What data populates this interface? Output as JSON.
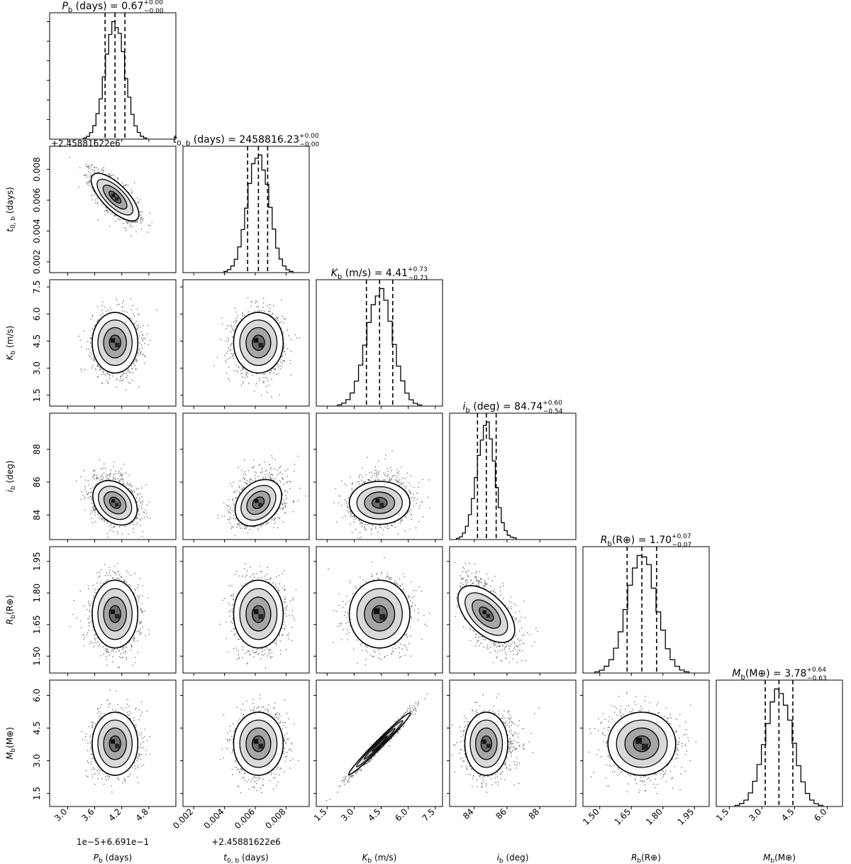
{
  "chart_data": {
    "type": "corner",
    "parameters": [
      {
        "key": "P_b",
        "label": {
          "sym": "P",
          "sub": "b",
          "unit": " (days)"
        },
        "title": {
          "sym": "P",
          "sub": "b",
          "unit": " (days)",
          "eq": " = ",
          "value": "0.67",
          "plus": "+0.00",
          "minus": "−0.00"
        },
        "range": [
          2.6,
          5.4
        ],
        "ticks": [
          3.0,
          3.6,
          4.2,
          4.8
        ],
        "tick_labels": [
          "3.0",
          "3.6",
          "4.2",
          "4.8"
        ],
        "offset_label": "1e−5+6.691e−1",
        "hist_offset_label": "+2.45881622e6",
        "median": 4.05,
        "sigma": 0.22,
        "quantiles": [
          3.83,
          4.05,
          4.27
        ]
      },
      {
        "key": "t0_b",
        "label": {
          "sym": "t",
          "sub": "0, b",
          "unit": " (days)"
        },
        "title": {
          "sym": "t",
          "sub": "0, b",
          "unit": " (days)",
          "eq": " = ",
          "value": "2458816.23",
          "plus": "+0.00",
          "minus": "−0.00"
        },
        "range": [
          0.0013,
          0.0095
        ],
        "ticks": [
          0.002,
          0.004,
          0.006,
          0.008
        ],
        "tick_labels": [
          "0.002",
          "0.004",
          "0.006",
          "0.008"
        ],
        "offset_label": "+2.45881622e6",
        "median": 0.0062,
        "sigma": 0.0007,
        "quantiles": [
          0.0055,
          0.0062,
          0.0068
        ]
      },
      {
        "key": "K_b",
        "label": {
          "sym": "K",
          "sub": "b",
          "unit": " (m/s)"
        },
        "title": {
          "sym": "K",
          "sub": "b",
          "unit": " (m/s)",
          "eq": " = ",
          "value": "4.41",
          "plus": "+0.73",
          "minus": "−0.73"
        },
        "range": [
          0.9,
          7.9
        ],
        "ticks": [
          1.5,
          3.0,
          4.5,
          6.0,
          7.5
        ],
        "tick_labels": [
          "1.5",
          "3.0",
          "4.5",
          "6.0",
          "7.5"
        ],
        "median": 4.41,
        "sigma": 0.73,
        "quantiles": [
          3.68,
          4.41,
          5.14
        ]
      },
      {
        "key": "i_b",
        "label": {
          "sym": "i",
          "sub": "b",
          "unit": " (deg)"
        },
        "title": {
          "sym": "i",
          "sub": "b",
          "unit": " (deg)",
          "eq": " = ",
          "value": "84.74",
          "plus": "+0.60",
          "minus": "−0.54"
        },
        "range": [
          82.5,
          90.2
        ],
        "ticks": [
          84,
          86,
          88
        ],
        "tick_labels": [
          "84",
          "86",
          "88"
        ],
        "median": 84.74,
        "sigma": 0.57,
        "quantiles": [
          84.2,
          84.74,
          85.34
        ]
      },
      {
        "key": "R_b",
        "label": {
          "sym": "R",
          "sub": "b",
          "unit": "(R⊕)"
        },
        "title": {
          "sym": "R",
          "sub": "b",
          "unit": "(R⊕)",
          "eq": " = ",
          "value": "1.70",
          "plus": "+0.07",
          "minus": "−0.07"
        },
        "range": [
          1.42,
          2.02
        ],
        "ticks": [
          1.5,
          1.65,
          1.8,
          1.95
        ],
        "tick_labels": [
          "1.50",
          "1.65",
          "1.80",
          "1.95"
        ],
        "median": 1.7,
        "sigma": 0.07,
        "quantiles": [
          1.63,
          1.7,
          1.77
        ]
      },
      {
        "key": "M_b",
        "label": {
          "sym": "M",
          "sub": "b",
          "unit": "(M⊕)"
        },
        "title": {
          "sym": "M",
          "sub": "b",
          "unit": "(M⊕)",
          "eq": " = ",
          "value": "3.78",
          "plus": "+0.64",
          "minus": "−0.63"
        },
        "range": [
          0.9,
          6.7
        ],
        "ticks": [
          1.5,
          3.0,
          4.5,
          6.0
        ],
        "tick_labels": [
          "1.5",
          "3.0",
          "4.5",
          "6.0"
        ],
        "median": 3.78,
        "sigma": 0.63,
        "quantiles": [
          3.15,
          3.78,
          4.42
        ]
      }
    ],
    "correlations": [
      [
        1,
        -0.72,
        0.0,
        -0.3,
        0.0,
        0.0
      ],
      [
        -0.72,
        1,
        0.0,
        0.3,
        0.0,
        0.0
      ],
      [
        0.0,
        0.0,
        1,
        0.0,
        0.0,
        0.985
      ],
      [
        -0.3,
        0.3,
        0.0,
        1,
        -0.55,
        0.0
      ],
      [
        0.0,
        0.0,
        0.0,
        -0.55,
        1,
        0.0
      ],
      [
        0.0,
        0.0,
        0.985,
        0.0,
        0.0,
        1
      ]
    ],
    "levels_sigma": [
      0.5,
      1.0,
      1.5,
      2.0
    ]
  }
}
